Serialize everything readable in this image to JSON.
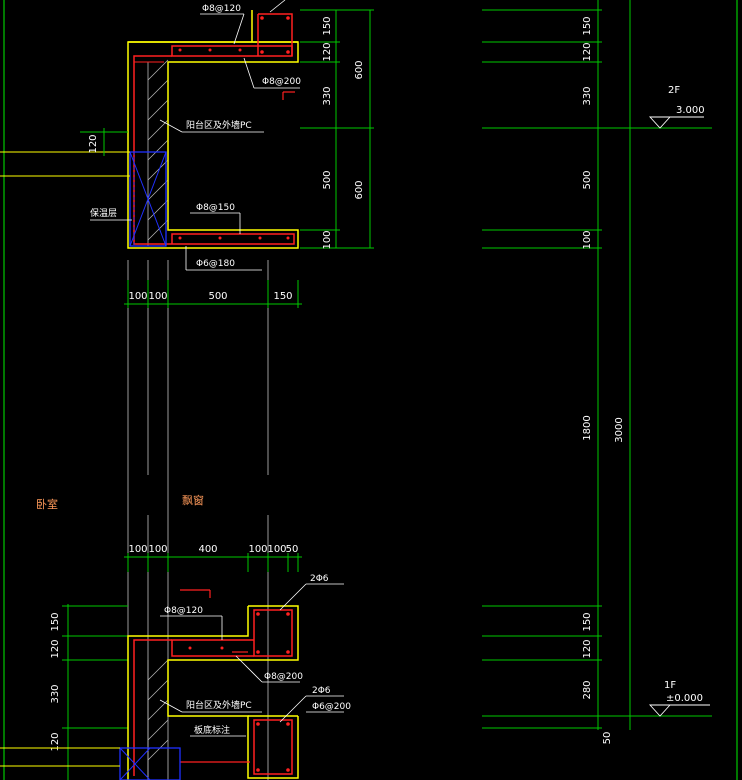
{
  "colors": {
    "background": "#000000",
    "dimension": "#00c800",
    "gridline": "#b4b4b4",
    "outline": "#ffff00",
    "rebar": "#ff2020",
    "insulation": "#2030ff",
    "text": "#ffffff",
    "room_label": "#ff9a5a"
  },
  "upper": {
    "notes": {
      "rebar_top": "Φ8@120",
      "rebar_mid": "Φ8@200",
      "pc": "阳台区及外墙PC",
      "rebar_lower": "Φ8@150",
      "rebar_bottom": "Φ6@180",
      "wall_note": "保温层"
    },
    "dim_left": "120",
    "dim_right": [
      "150",
      "120",
      "330",
      "500",
      "100"
    ],
    "dim_right_total": [
      "600",
      "600"
    ],
    "dim_bottom": [
      "100",
      "100",
      "500",
      "150"
    ]
  },
  "elevation_dims": [
    "150",
    "120",
    "330",
    "500",
    "100",
    "1800",
    "150",
    "120",
    "280",
    "50"
  ],
  "elevation_total": "3000",
  "levels": [
    {
      "name": "2F",
      "value": "3.000"
    },
    {
      "name": "1F",
      "value": "±0.000"
    }
  ],
  "rooms": {
    "left": "卧室",
    "right": "飘窗"
  },
  "lower": {
    "dim_top": [
      "100",
      "100",
      "400",
      "100",
      "100",
      "50"
    ],
    "dim_left": [
      "150",
      "120",
      "330",
      "120"
    ],
    "notes": {
      "rebar_a": "2Φ6",
      "rebar_top": "Φ8@120",
      "rebar_mid": "Φ8@200",
      "rebar_b": "2Φ6",
      "rebar_c": "Φ6@200",
      "pc": "阳台区及外墙PC",
      "beam": "板底标注"
    }
  }
}
